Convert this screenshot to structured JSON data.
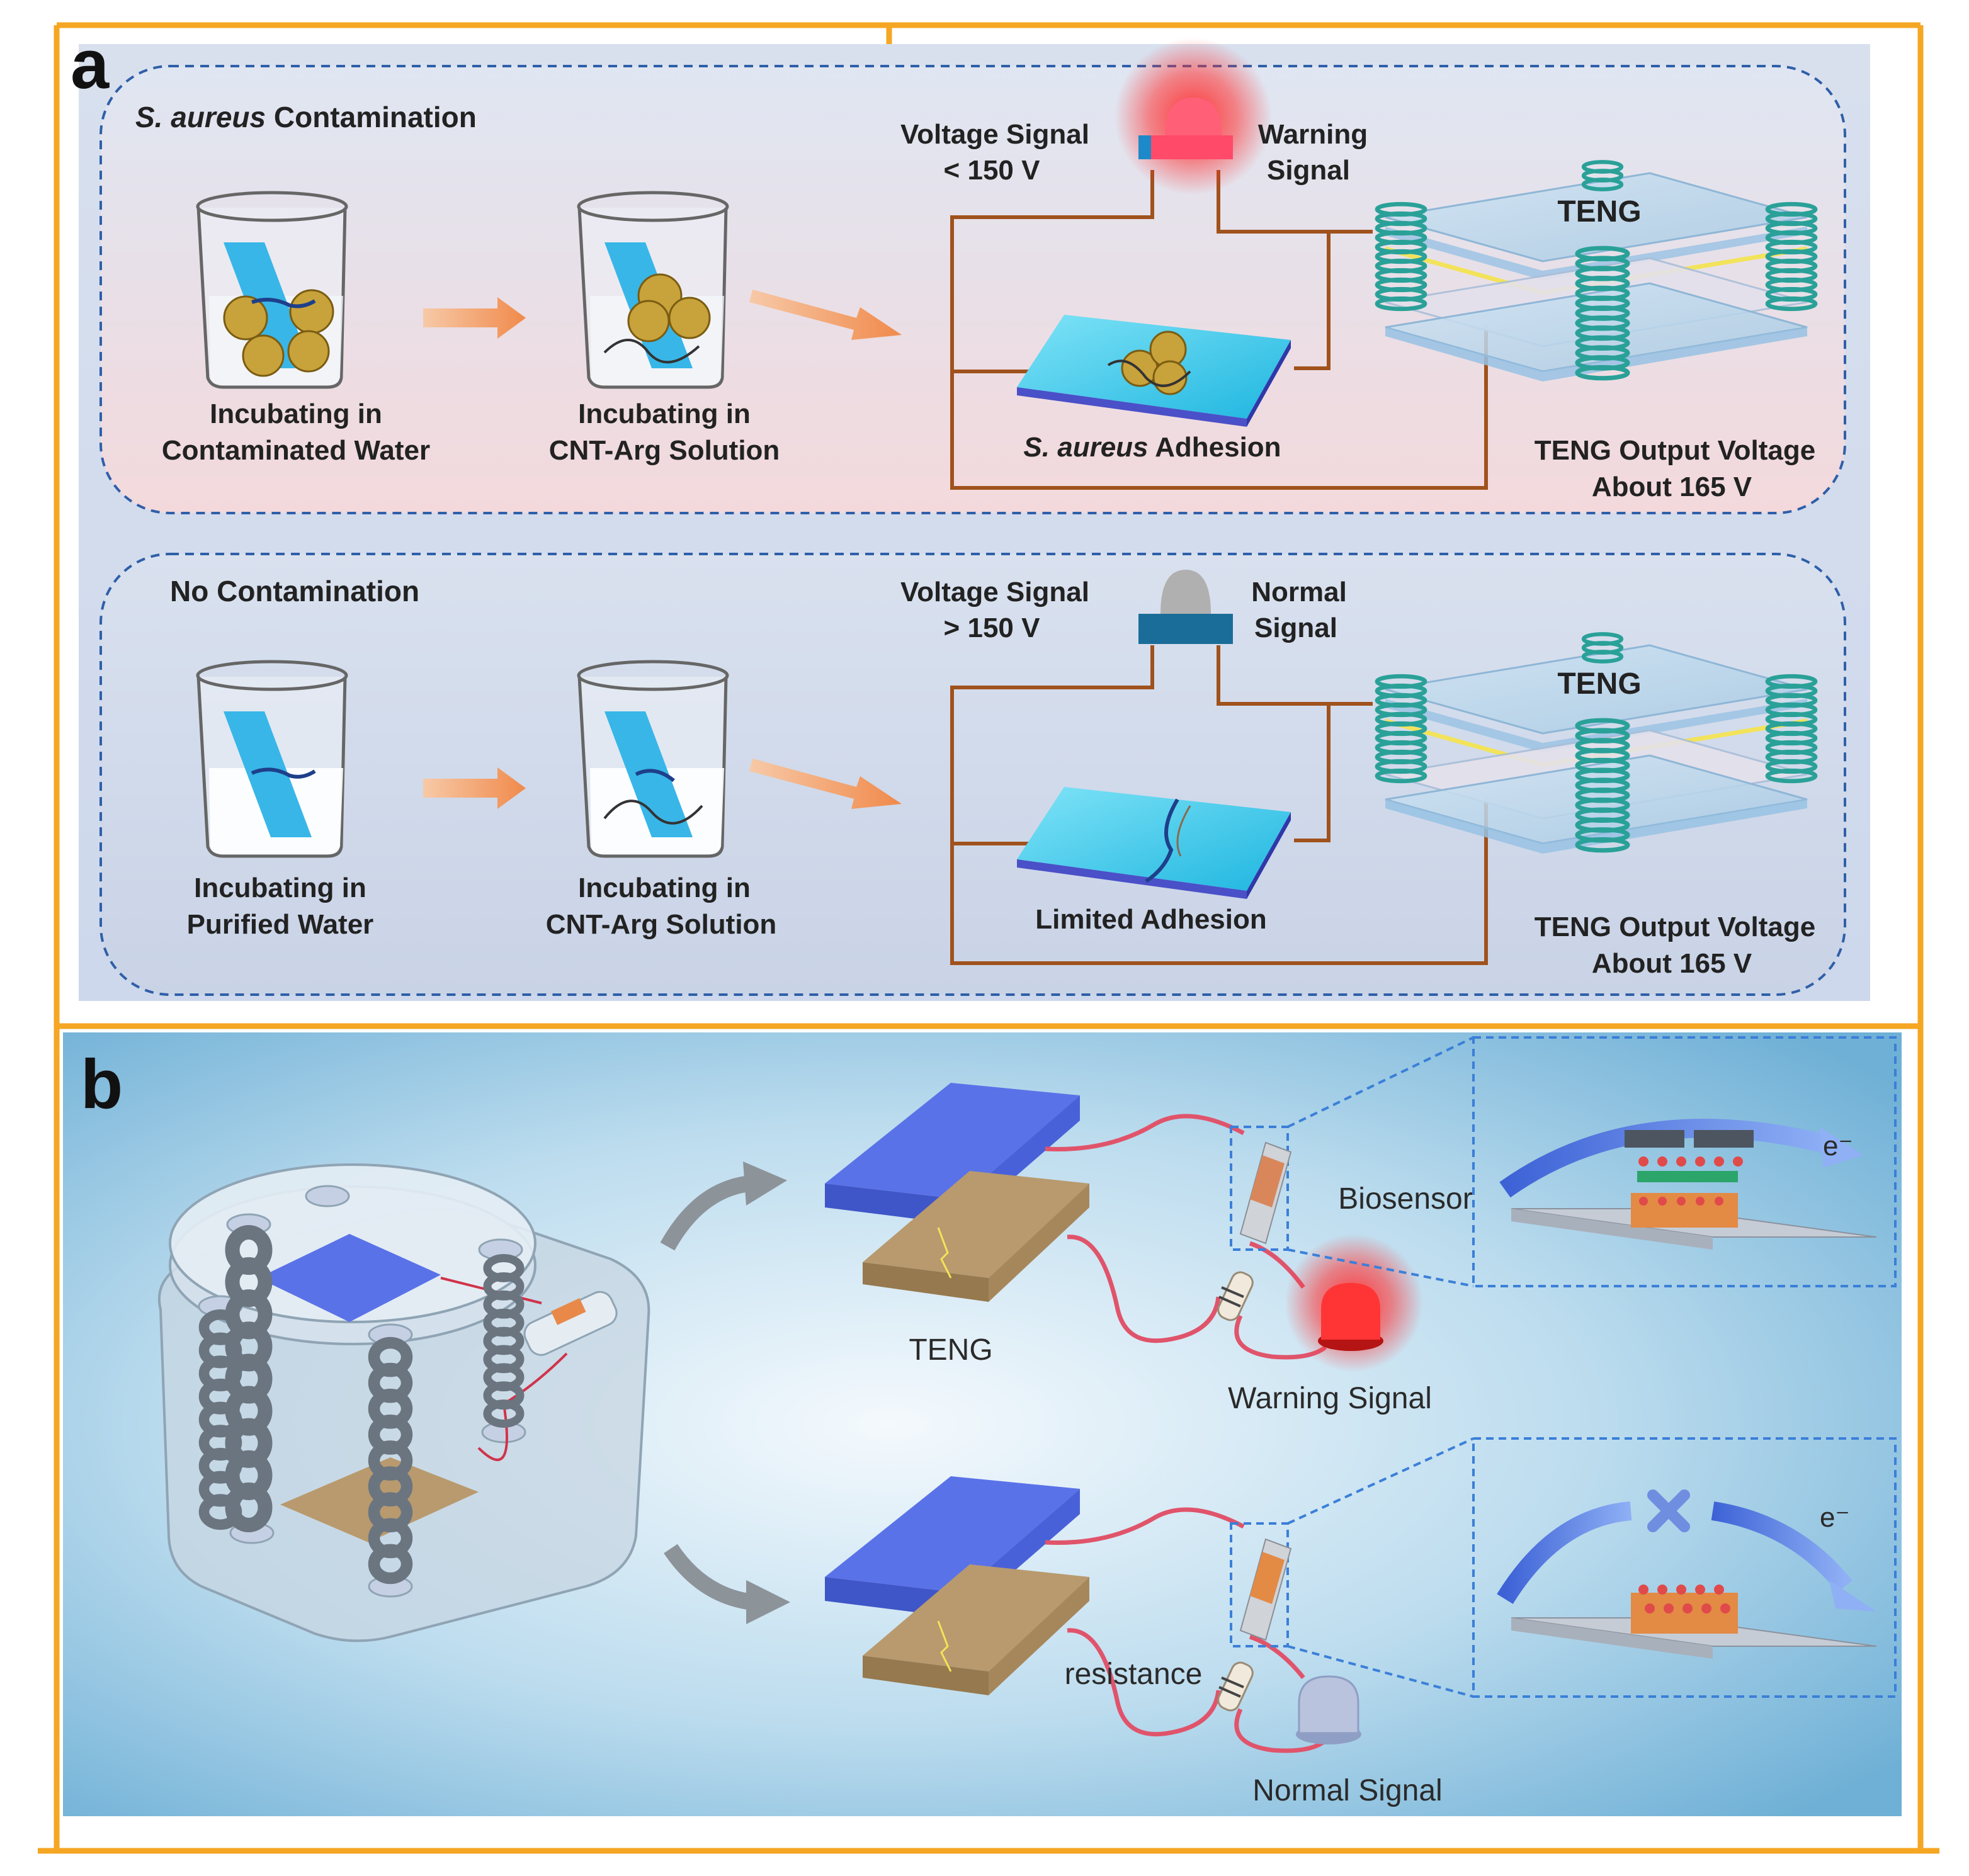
{
  "panel_a": {
    "label": "a",
    "top": {
      "title_italic": "S. aureus",
      "title_rest": " Contamination",
      "beaker1_line1": "Incubating in",
      "beaker1_line2": "Contaminated  Water",
      "beaker2_line1": "Incubating in",
      "beaker2_line2": "CNT-Arg Solution",
      "voltage_line1": "Voltage  Signal",
      "voltage_line2": "< 150 V",
      "signal_line1": "Warning",
      "signal_line2": "Signal",
      "teng": "TENG",
      "adhesion_italic": "S. aureus",
      "adhesion_rest": " Adhesion",
      "output_line1": "TENG Output Voltage",
      "output_line2": "About 165 V"
    },
    "bottom": {
      "title": "No Contamination",
      "beaker1_line1": "Incubating in",
      "beaker1_line2": "Purified Water",
      "beaker2_line1": "Incubating in",
      "beaker2_line2": "CNT-Arg Solution",
      "voltage_line1": "Voltage  Signal",
      "voltage_line2": "> 150 V",
      "signal_line1": "Normal",
      "signal_line2": "Signal",
      "teng": "TENG",
      "adhesion": "Limited Adhesion",
      "output_line1": "TENG Output Voltage",
      "output_line2": "About 165 V"
    }
  },
  "panel_b": {
    "label": "b",
    "teng": "TENG",
    "biosensor": "Biosensor",
    "warning_signal": "Warning Signal",
    "resistance": "resistance",
    "normal_signal": "Normal Signal",
    "electron_top": "e⁻",
    "electron_bottom": "e⁻"
  },
  "colors": {
    "frame": "#f5a623",
    "wire": "#a0521d",
    "dash": "#2f5fa8",
    "spring": "#2aa198",
    "electrode_blue": "#5a72e8",
    "electrode_tan": "#b89a6e",
    "warning": "#ff2020"
  }
}
